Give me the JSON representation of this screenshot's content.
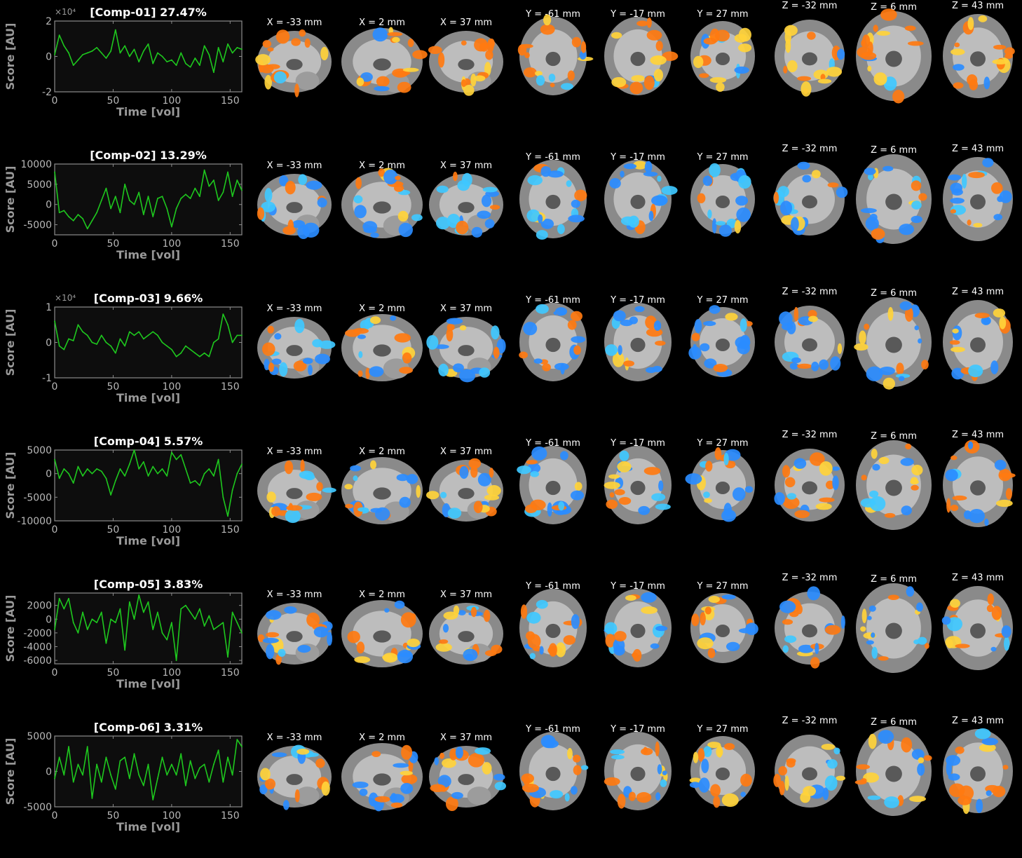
{
  "colors": {
    "trace": "#1ec81e",
    "axes_bg": "#0d0d0d",
    "axes_edge": "#8c8c8c",
    "pos_map": "#ff7a10",
    "neg_map": "#2a8cff"
  },
  "axis_labels": {
    "x": "Time [vol]",
    "y": "Score [AU]"
  },
  "slice_views": [
    {
      "label": "X = -33 mm",
      "kind": "sagittal"
    },
    {
      "label": "X = 2 mm",
      "kind": "sagittal-mid"
    },
    {
      "label": "X = 37 mm",
      "kind": "sagittal"
    },
    {
      "label": "Y = -61 mm",
      "kind": "coronal"
    },
    {
      "label": "Y = -17 mm",
      "kind": "coronal"
    },
    {
      "label": "Y = 27 mm",
      "kind": "coronal-small"
    },
    {
      "label": "Z = -32 mm",
      "kind": "axial-low"
    },
    {
      "label": "Z = 6 mm",
      "kind": "axial"
    },
    {
      "label": "Z = 43 mm",
      "kind": "axial-high"
    }
  ],
  "chart_data": [
    {
      "type": "line",
      "title": "[Comp-01] 27.47%",
      "exponent_label": "×10⁴",
      "xlim": [
        0,
        160
      ],
      "ylim": [
        -2,
        2
      ],
      "xticks": [
        {
          "v": 0,
          "label": "0"
        },
        {
          "v": 50,
          "label": "50"
        },
        {
          "v": 100,
          "label": "100"
        },
        {
          "v": 150,
          "label": "150"
        }
      ],
      "yticks": [
        {
          "v": 2,
          "label": "2"
        },
        {
          "v": 0,
          "label": "0"
        },
        {
          "v": -2,
          "label": "-2"
        }
      ],
      "x": [
        0,
        4,
        8,
        12,
        16,
        20,
        24,
        28,
        32,
        36,
        40,
        44,
        48,
        52,
        56,
        60,
        64,
        68,
        72,
        76,
        80,
        84,
        88,
        92,
        96,
        100,
        104,
        108,
        112,
        116,
        120,
        124,
        128,
        132,
        136,
        140,
        144,
        148,
        152,
        156,
        160
      ],
      "values": [
        0.1,
        1.2,
        0.6,
        0.2,
        -0.5,
        -0.2,
        0.1,
        0.2,
        0.3,
        0.5,
        0.2,
        -0.1,
        0.3,
        1.5,
        0.2,
        0.6,
        0.0,
        0.4,
        -0.3,
        0.3,
        0.7,
        -0.4,
        0.2,
        0.0,
        -0.3,
        -0.2,
        -0.5,
        0.2,
        -0.4,
        -0.6,
        -0.1,
        -0.5,
        0.6,
        0.1,
        -0.9,
        0.5,
        -0.3,
        0.7,
        0.2,
        0.5,
        0.4
      ],
      "map": {
        "pos": 0.8,
        "neg": 0.15
      }
    },
    {
      "type": "line",
      "title": "[Comp-02] 13.29%",
      "exponent_label": "",
      "xlim": [
        0,
        160
      ],
      "ylim": [
        -7500,
        10000
      ],
      "xticks": [
        {
          "v": 0,
          "label": "0"
        },
        {
          "v": 50,
          "label": "50"
        },
        {
          "v": 100,
          "label": "100"
        },
        {
          "v": 150,
          "label": "150"
        }
      ],
      "yticks": [
        {
          "v": 10000,
          "label": "10000"
        },
        {
          "v": 5000,
          "label": "5000"
        },
        {
          "v": 0,
          "label": "0"
        },
        {
          "v": -5000,
          "label": "-5000"
        }
      ],
      "x": [
        0,
        4,
        8,
        12,
        16,
        20,
        24,
        28,
        32,
        36,
        40,
        44,
        48,
        52,
        56,
        60,
        64,
        68,
        72,
        76,
        80,
        84,
        88,
        92,
        96,
        100,
        104,
        108,
        112,
        116,
        120,
        124,
        128,
        132,
        136,
        140,
        144,
        148,
        152,
        156,
        160
      ],
      "values": [
        8000,
        -2000,
        -1500,
        -3000,
        -4000,
        -2500,
        -3500,
        -6000,
        -4000,
        -2000,
        1000,
        4000,
        -1000,
        2000,
        -2000,
        5000,
        1000,
        0,
        3000,
        -2500,
        2000,
        -3000,
        1500,
        2000,
        -1000,
        -5500,
        -1000,
        1500,
        2500,
        1500,
        4000,
        2000,
        8500,
        4500,
        6000,
        1000,
        3000,
        8000,
        2000,
        6000,
        3500
      ],
      "map": {
        "pos": 0.25,
        "neg": 0.7
      }
    },
    {
      "type": "line",
      "title": "[Comp-03] 9.66%",
      "exponent_label": "×10⁴",
      "xlim": [
        0,
        160
      ],
      "ylim": [
        -1,
        1
      ],
      "xticks": [
        {
          "v": 0,
          "label": "0"
        },
        {
          "v": 50,
          "label": "50"
        },
        {
          "v": 100,
          "label": "100"
        },
        {
          "v": 150,
          "label": "150"
        }
      ],
      "yticks": [
        {
          "v": 1,
          "label": "1"
        },
        {
          "v": 0,
          "label": "0"
        },
        {
          "v": -1,
          "label": "-1"
        }
      ],
      "x": [
        0,
        4,
        8,
        12,
        16,
        20,
        24,
        28,
        32,
        36,
        40,
        44,
        48,
        52,
        56,
        60,
        64,
        68,
        72,
        76,
        80,
        84,
        88,
        92,
        96,
        100,
        104,
        108,
        112,
        116,
        120,
        124,
        128,
        132,
        136,
        140,
        144,
        148,
        152,
        156,
        160
      ],
      "values": [
        0.6,
        -0.1,
        -0.2,
        0.1,
        0.05,
        0.5,
        0.3,
        0.2,
        0.0,
        -0.05,
        0.2,
        0.0,
        -0.1,
        -0.3,
        0.1,
        -0.1,
        0.3,
        0.2,
        0.3,
        0.1,
        0.2,
        0.3,
        0.2,
        0.0,
        -0.1,
        -0.2,
        -0.4,
        -0.3,
        -0.1,
        -0.2,
        -0.3,
        -0.4,
        -0.3,
        -0.4,
        0.0,
        0.1,
        0.8,
        0.5,
        0.0,
        0.2,
        0.2
      ],
      "map": {
        "pos": 0.3,
        "neg": 0.45
      }
    },
    {
      "type": "line",
      "title": "[Comp-04] 5.57%",
      "exponent_label": "",
      "xlim": [
        0,
        160
      ],
      "ylim": [
        -10000,
        5000
      ],
      "xticks": [
        {
          "v": 0,
          "label": "0"
        },
        {
          "v": 50,
          "label": "50"
        },
        {
          "v": 100,
          "label": "100"
        },
        {
          "v": 150,
          "label": "150"
        }
      ],
      "yticks": [
        {
          "v": 5000,
          "label": "5000"
        },
        {
          "v": 0,
          "label": "0"
        },
        {
          "v": -5000,
          "label": "-5000"
        },
        {
          "v": -10000,
          "label": "-10000"
        }
      ],
      "x": [
        0,
        4,
        8,
        12,
        16,
        20,
        24,
        28,
        32,
        36,
        40,
        44,
        48,
        52,
        56,
        60,
        64,
        68,
        72,
        76,
        80,
        84,
        88,
        92,
        96,
        100,
        104,
        108,
        112,
        116,
        120,
        124,
        128,
        132,
        136,
        140,
        144,
        148,
        152,
        156,
        160
      ],
      "values": [
        3000,
        -1000,
        1000,
        0,
        -2000,
        1500,
        -500,
        1000,
        0,
        1000,
        500,
        -1000,
        -4500,
        -1500,
        1000,
        -500,
        2000,
        5000,
        1000,
        2500,
        -500,
        1500,
        0,
        1000,
        -500,
        4500,
        3000,
        4000,
        1000,
        -2000,
        -1500,
        -2500,
        0,
        1000,
        -500,
        3000,
        -5000,
        -9000,
        -3500,
        0,
        2000
      ],
      "map": {
        "pos": 0.5,
        "neg": 0.5
      }
    },
    {
      "type": "line",
      "title": "[Comp-05] 3.83%",
      "exponent_label": "",
      "xlim": [
        0,
        160
      ],
      "ylim": [
        -6500,
        3800
      ],
      "xticks": [
        {
          "v": 0,
          "label": "0"
        },
        {
          "v": 50,
          "label": "50"
        },
        {
          "v": 100,
          "label": "100"
        },
        {
          "v": 150,
          "label": "150"
        }
      ],
      "yticks": [
        {
          "v": 2000,
          "label": "2000"
        },
        {
          "v": 0,
          "label": "0"
        },
        {
          "v": -2000,
          "label": "-2000"
        },
        {
          "v": -4000,
          "label": "-4000"
        },
        {
          "v": -6000,
          "label": "-6000"
        }
      ],
      "x": [
        0,
        4,
        8,
        12,
        16,
        20,
        24,
        28,
        32,
        36,
        40,
        44,
        48,
        52,
        56,
        60,
        64,
        68,
        72,
        76,
        80,
        84,
        88,
        92,
        96,
        100,
        104,
        108,
        112,
        116,
        120,
        124,
        128,
        132,
        136,
        140,
        144,
        148,
        152,
        156,
        160
      ],
      "values": [
        -1500,
        3000,
        1500,
        3000,
        -500,
        -2000,
        1000,
        -1500,
        0,
        -500,
        1000,
        -3500,
        0,
        -500,
        1500,
        -4500,
        2500,
        0,
        3500,
        1000,
        2500,
        -1500,
        1000,
        -2000,
        -3000,
        -500,
        -6000,
        1500,
        2000,
        1000,
        0,
        1500,
        -1000,
        500,
        -1500,
        -1000,
        -500,
        -5500,
        1000,
        -500,
        -2000
      ],
      "map": {
        "pos": 0.55,
        "neg": 0.45
      }
    },
    {
      "type": "line",
      "title": "[Comp-06] 3.31%",
      "exponent_label": "",
      "xlim": [
        0,
        160
      ],
      "ylim": [
        -5000,
        5000
      ],
      "xticks": [
        {
          "v": 0,
          "label": "0"
        },
        {
          "v": 50,
          "label": "50"
        },
        {
          "v": 100,
          "label": "100"
        },
        {
          "v": 150,
          "label": "150"
        }
      ],
      "yticks": [
        {
          "v": 5000,
          "label": "5000"
        },
        {
          "v": 0,
          "label": "0"
        },
        {
          "v": -5000,
          "label": "-5000"
        }
      ],
      "x": [
        0,
        4,
        8,
        12,
        16,
        20,
        24,
        28,
        32,
        36,
        40,
        44,
        48,
        52,
        56,
        60,
        64,
        68,
        72,
        76,
        80,
        84,
        88,
        92,
        96,
        100,
        104,
        108,
        112,
        116,
        120,
        124,
        128,
        132,
        136,
        140,
        144,
        148,
        152,
        156,
        160
      ],
      "values": [
        -1000,
        2000,
        -500,
        3500,
        -1500,
        1000,
        -500,
        3500,
        -3800,
        1000,
        -1500,
        2000,
        -500,
        -2500,
        1500,
        2000,
        -1000,
        2500,
        -500,
        -2000,
        1000,
        -4000,
        -1000,
        2000,
        -500,
        1000,
        -500,
        2500,
        -2000,
        1500,
        -1000,
        500,
        1000,
        -1500,
        1000,
        3000,
        -1500,
        2000,
        -500,
        4500,
        3500
      ],
      "map": {
        "pos": 0.5,
        "neg": 0.5
      }
    }
  ]
}
